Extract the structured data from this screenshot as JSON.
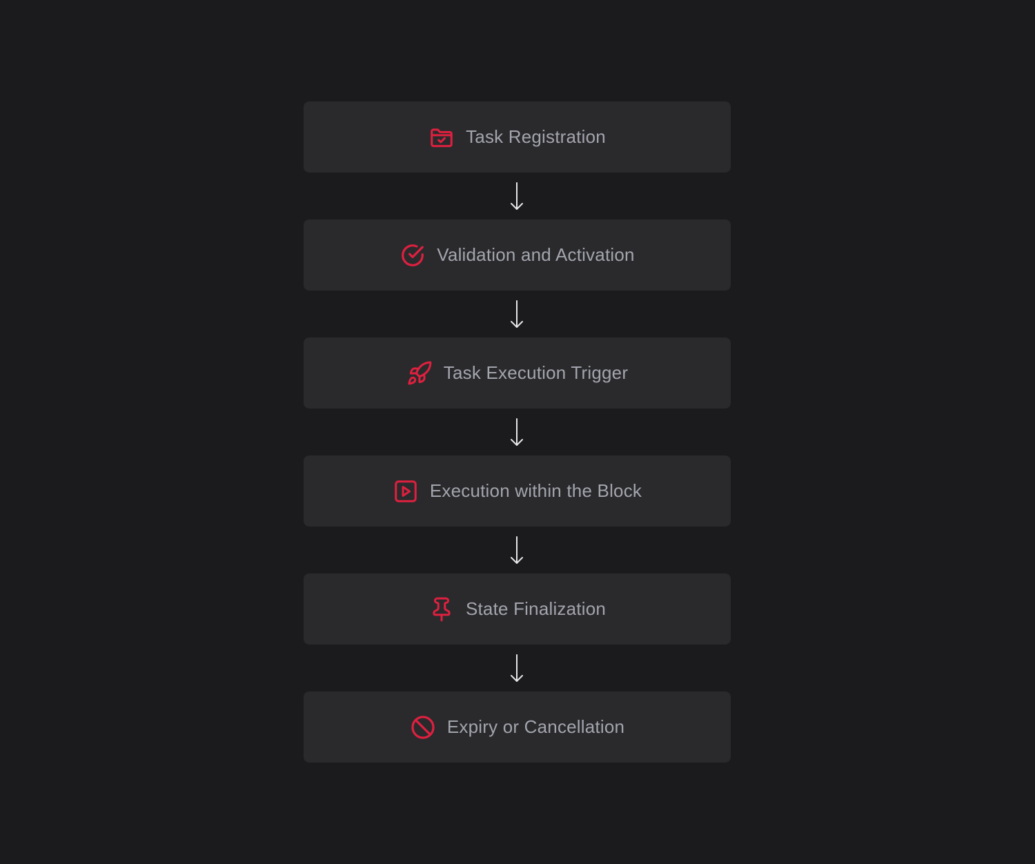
{
  "colors": {
    "background": "#1b1b1d",
    "card": "#2a2a2d",
    "accent": "#e0203f",
    "text": "#a3a5ad",
    "arrow": "#e8e8ea"
  },
  "steps": [
    {
      "label": "Task Registration",
      "icon": "folder-check-icon"
    },
    {
      "label": "Validation and Activation",
      "icon": "circle-check-icon"
    },
    {
      "label": "Task Execution Trigger",
      "icon": "rocket-icon"
    },
    {
      "label": "Execution within the Block",
      "icon": "play-square-icon"
    },
    {
      "label": "State Finalization",
      "icon": "pin-icon"
    },
    {
      "label": "Expiry or Cancellation",
      "icon": "ban-icon"
    }
  ],
  "connectors": [
    {
      "icon": "arrow-down-icon"
    },
    {
      "icon": "arrow-down-icon"
    },
    {
      "icon": "arrow-down-icon"
    },
    {
      "icon": "arrow-down-icon"
    },
    {
      "icon": "arrow-down-icon"
    }
  ]
}
